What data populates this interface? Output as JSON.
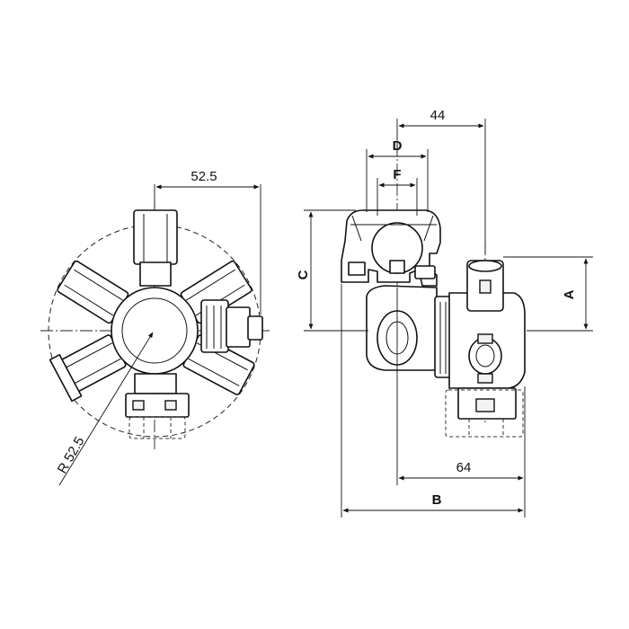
{
  "dimensions": {
    "left_width": "52.5",
    "radius": "R 52.5",
    "top_width": "44",
    "d_label": "D",
    "f_label": "F",
    "c_label": "C",
    "a_label": "A",
    "bottom_width": "64",
    "b_label": "B"
  }
}
